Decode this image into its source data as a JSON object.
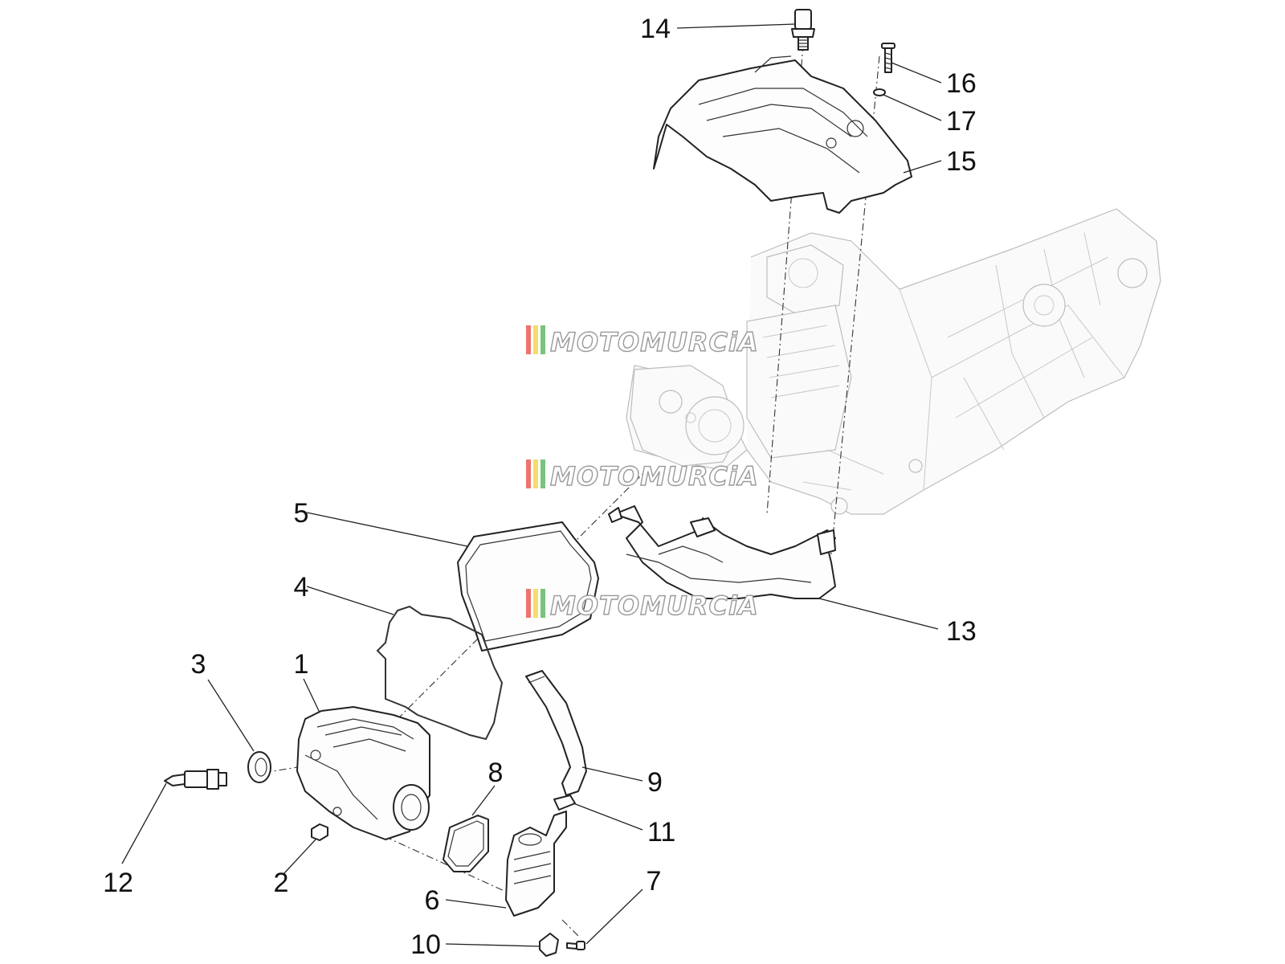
{
  "callouts": [
    {
      "id": "1",
      "label": "1"
    },
    {
      "id": "2",
      "label": "2"
    },
    {
      "id": "3",
      "label": "3"
    },
    {
      "id": "4",
      "label": "4"
    },
    {
      "id": "5",
      "label": "5"
    },
    {
      "id": "6",
      "label": "6"
    },
    {
      "id": "7",
      "label": "7"
    },
    {
      "id": "8",
      "label": "8"
    },
    {
      "id": "9",
      "label": "9"
    },
    {
      "id": "10",
      "label": "10"
    },
    {
      "id": "11",
      "label": "11"
    },
    {
      "id": "12",
      "label": "12"
    },
    {
      "id": "13",
      "label": "13"
    },
    {
      "id": "14",
      "label": "14"
    },
    {
      "id": "15",
      "label": "15"
    },
    {
      "id": "16",
      "label": "16"
    },
    {
      "id": "17",
      "label": "17"
    }
  ],
  "watermark": {
    "text": "MOTOMURCiA",
    "stripe_colors": [
      "#e8453c",
      "#f2d13a",
      "#4caf50"
    ]
  },
  "colors": {
    "line": "#222222",
    "engine_ghost": "#bdbdbd",
    "background": "#ffffff"
  }
}
